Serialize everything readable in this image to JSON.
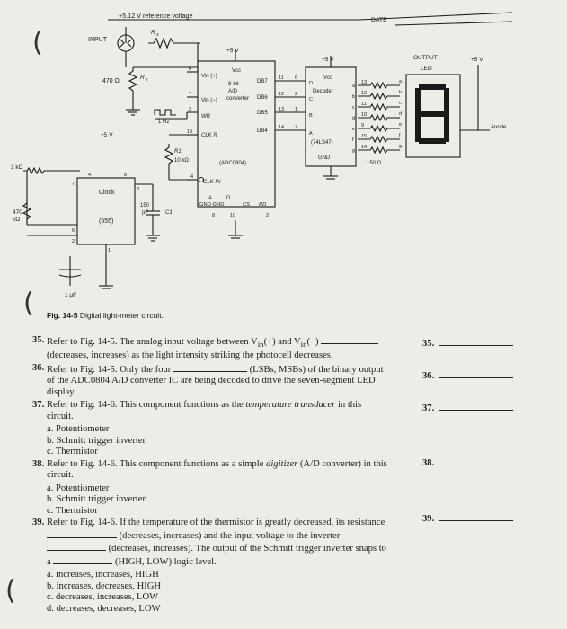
{
  "header": {
    "date_label": "DATE"
  },
  "circuit": {
    "ref_voltage": "+5.12 V reference voltage",
    "input": "INPUT",
    "r3": "R",
    "r3_sub": "3",
    "r470": "470 Ω",
    "r2": "R",
    "r2_sub": "2",
    "vcc5a": "+5 V",
    "vcc5b": "+5 V",
    "vcc5c": "+5 V",
    "vcc5d": "+5 V",
    "adc_vin_plus": "Vin (+)",
    "adc_vcc": "Vcc",
    "adc_bit": "8-bit",
    "adc_ad": "A/D",
    "adc_conv": "converter",
    "adc_vin_minus": "Vin (−)",
    "adc_wr": "WR",
    "adc_clkr": "CLK R",
    "adc_part": "(ADC0804)",
    "adc_clkin": "CLK IN",
    "adc_a": "A",
    "adc_d": "D",
    "adc_gnd": "GND GND",
    "adc_cs": "CS",
    "adc_rd": "RD",
    "db7": "DB7",
    "db6": "DB6",
    "db5": "DB5",
    "db4": "DB4",
    "hz": "1 Hz",
    "r1": "R1",
    "r10k": "10 kΩ",
    "r1k": "1 kΩ",
    "r470b": "470",
    "r470b_unit": "kΩ",
    "clock": "Clock",
    "clock_part": "(555)",
    "cap_pf": "150",
    "cap_pf_unit": "pF",
    "c1": "C1",
    "cap_uf": "1 μF",
    "dec_vcc": "Vcc",
    "dec_label": "Decoder",
    "dec_part": "(74LS47)",
    "dec_gnd": "GND",
    "output": "OUTPUT",
    "led": "LED",
    "anode": "Anode",
    "r150": "150 Ω",
    "pins": {
      "p6": "6",
      "p7": "7",
      "p3": "3",
      "p19": "19",
      "p4": "4",
      "p8": "8",
      "p10": "10",
      "p2": "2",
      "p11": "11",
      "p12": "12",
      "p13": "13",
      "p14": "14",
      "c4": "4",
      "c8": "8",
      "c7": "7",
      "c3": "3",
      "c6": "6",
      "c2": "2",
      "c1": "1",
      "d6": "6",
      "d2": "2",
      "d1": "1",
      "d7": "7",
      "dD": "D",
      "dC": "C",
      "dB": "B",
      "dA": "A",
      "o13": "13",
      "o12": "12",
      "o11": "11",
      "o10": "10",
      "o9": "9",
      "o15": "15",
      "o14": "14",
      "sa": "a",
      "sb": "b",
      "sc": "c",
      "sd": "d",
      "se": "e",
      "sf": "f",
      "sg": "g",
      "la": "a",
      "lb": "b",
      "lc": "c",
      "ld": "d",
      "le": "e",
      "lf": "f",
      "lg": "g"
    }
  },
  "caption": {
    "fig": "Fig. 14-5",
    "text": "Digital light-meter circuit."
  },
  "questions": {
    "q35": {
      "num": "35.",
      "text_a": "Refer to Fig. 14-5. The analog input voltage between V",
      "text_b": "(+) and V",
      "text_c": "(−)",
      "text_d": "(decreases, increases) as the light intensity striking the photocell decreases."
    },
    "q36": {
      "num": "36.",
      "text_a": "Refer to Fig. 14-5. Only the four",
      "text_b": "(LSBs, MSBs) of the binary output of the ADC0804 A/D converter IC are being decoded to drive the seven-segment LED display."
    },
    "q37": {
      "num": "37.",
      "text_a": "Refer to Fig. 14-6. This component functions as the",
      "text_b": "temperature transducer",
      "text_c": "in this circuit.",
      "a": "a. Potentiometer",
      "b": "b. Schmitt trigger inverter",
      "c": "c. Thermistor"
    },
    "q38": {
      "num": "38.",
      "text_a": "Refer to Fig. 14-6. This component functions as a simple",
      "text_b": "digitizer",
      "text_c": "(A/D converter) in this circuit.",
      "a": "a. Potentiometer",
      "b": "b. Schmitt trigger inverter",
      "c": "c. Thermistor"
    },
    "q39": {
      "num": "39.",
      "text_a": "Refer to Fig. 14-6. If the temperature of the thermistor is greatly decreased, its resistance",
      "text_b": "(decreases, increases) and the input voltage to the inverter",
      "text_c": "(decreases, increases). The output of the Schmitt trigger inverter snaps to a",
      "text_d": "(HIGH, LOW) logic level.",
      "a": "a. increases, increases, HIGH",
      "b": "b. increases, decreases, HIGH",
      "c": "c. decreases, increases, LOW",
      "d": "d. decreases, decreases, LOW"
    }
  },
  "answers": {
    "a35": "35.",
    "a36": "36.",
    "a37": "37.",
    "a38": "38.",
    "a39": "39."
  }
}
